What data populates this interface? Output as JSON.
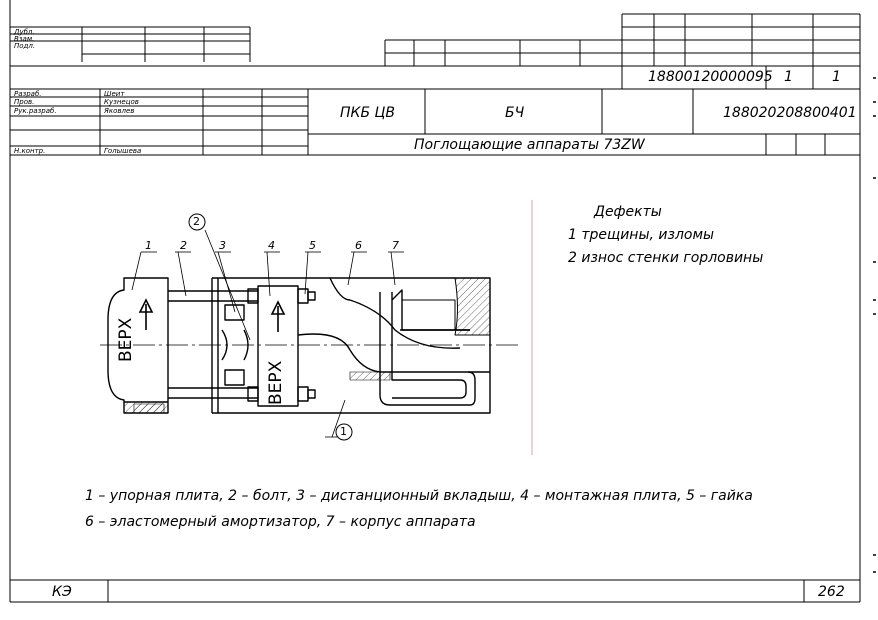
{
  "sheet": {
    "left_block": {
      "row1": "Дубл.",
      "row2": "Взам.",
      "row3": "Подл."
    },
    "doc_number": "18800120000095",
    "sheet_a": "1",
    "sheet_b": "1",
    "signatures": [
      {
        "role": "Разраб.",
        "name": "Шеит"
      },
      {
        "role": "Пров.",
        "name": "Кузнецов"
      },
      {
        "role": "Рук.разраб.",
        "name": "Яковлев"
      },
      {
        "role": "",
        "name": ""
      },
      {
        "role": "Н.контр.",
        "name": "Голышева"
      }
    ],
    "org": "ПКБ ЦВ",
    "dept": "БЧ",
    "code": "188020208800401",
    "title": "Поглощающие аппараты 73ZW"
  },
  "defects": {
    "heading": "Дефекты",
    "items": [
      "1  трещины, изломы",
      "2  износ стенки горловины"
    ]
  },
  "drawing": {
    "part_numbers": [
      "1",
      "2",
      "3",
      "4",
      "5",
      "6",
      "7"
    ],
    "defect_marks": [
      "2",
      "1"
    ],
    "plate_text": "ВЕРХ"
  },
  "legend": {
    "line1": "1  – упорная плита,  2  – болт,  3  – дистанционный вкладыш,  4  – монтажная плита,  5  – гайка",
    "line2": "6  – эластомерный амортизатор,  7  – корпус аппарата"
  },
  "footer": {
    "left": "КЭ",
    "right": "262"
  }
}
